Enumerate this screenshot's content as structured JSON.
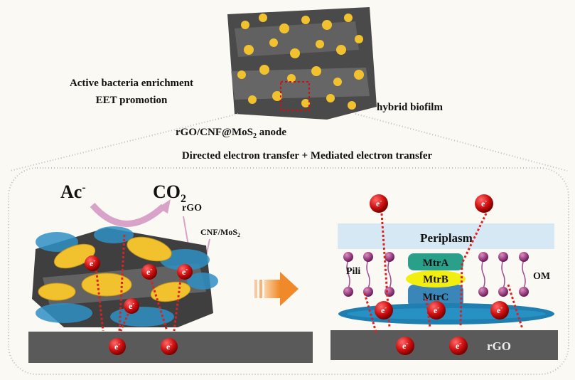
{
  "top": {
    "enrichment_label": "Active bacteria enrichment",
    "eet_label": "EET promotion",
    "biofilm_label": "hybrid biofilm",
    "anode_label_main": "rGO/CNF@MoS",
    "anode_label_sub": "2",
    "anode_label_tail": " anode",
    "mechanism_title": "Directed electron transfer + Mediated electron transfer"
  },
  "left_panel": {
    "acetate": "Ac",
    "acetate_sup": "-",
    "co2_main": "CO",
    "co2_sub": "2",
    "rgo_label": "rGO",
    "cnf_label": "CNF/MoS",
    "cnf_sub": "2",
    "electron": "e",
    "electron_sup": "-"
  },
  "right_panel": {
    "periplasm": "Periplasm",
    "mtra": "MtrA",
    "mtrb": "MtrB",
    "mtrc": "MtrC",
    "pili": "Pili",
    "om": "OM",
    "rgo": "rGO",
    "electron": "e",
    "electron_sup": "-"
  },
  "colors": {
    "background": "#fbf9f4",
    "electron": "#d01010",
    "arrow_dots": "#e02020",
    "bacteria": "#f2c12e",
    "electrode": "#5a5a5a",
    "periplasm": "#d6e8f4",
    "process_arrow": "#f0892a"
  }
}
